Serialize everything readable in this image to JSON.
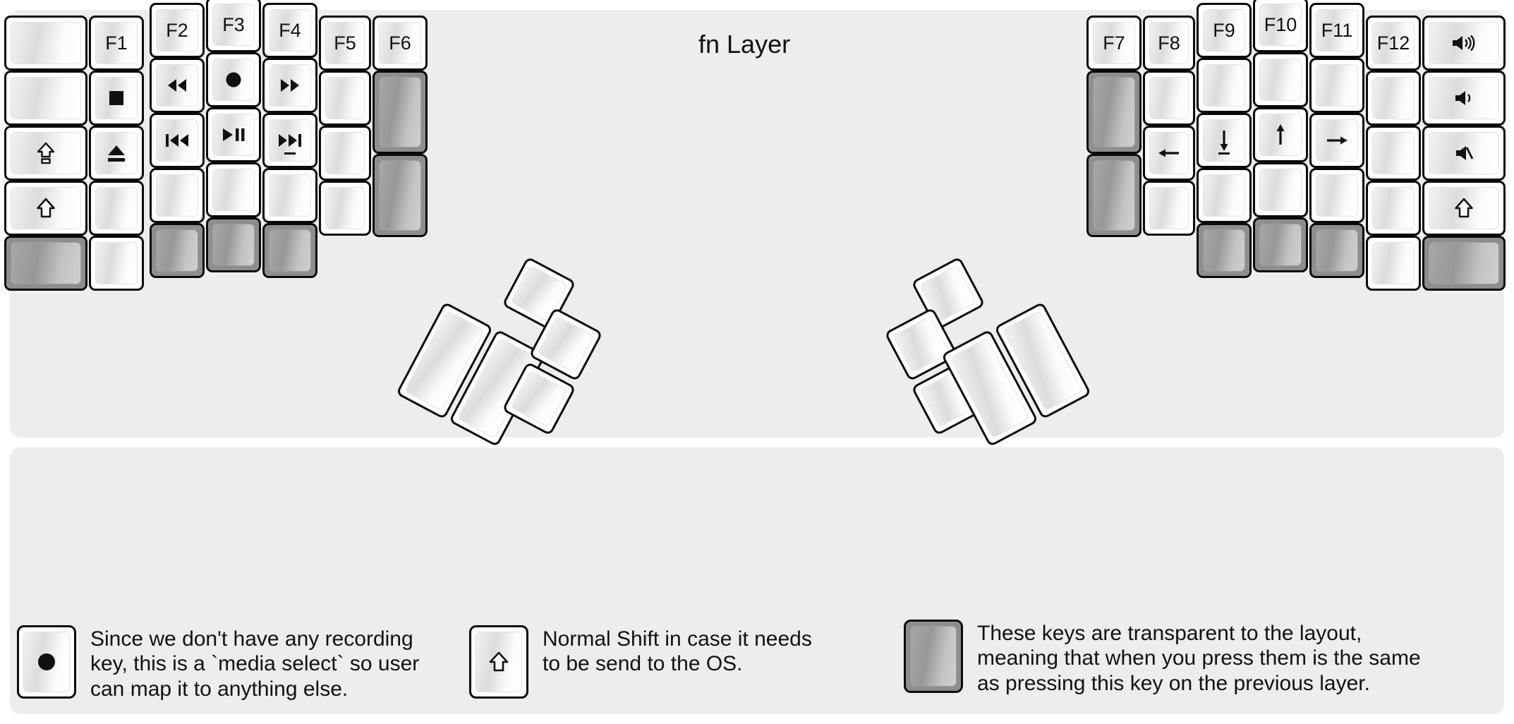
{
  "title": "fn Layer",
  "colors": {
    "panel_bg": "#ededed",
    "key_border": "#0a0a0a",
    "key_face_light": "#ffffff",
    "transparent_key": "#8e8e8e",
    "text": "#111111"
  },
  "keyboard": {
    "left_half": {
      "columns": [
        {
          "name": "pinky-outer",
          "keys": [
            {
              "label": "",
              "icon": "",
              "type": "normal"
            },
            {
              "label": "",
              "icon": "",
              "type": "normal"
            },
            {
              "label": "",
              "icon": "caps-lock-icon",
              "type": "normal"
            },
            {
              "label": "",
              "icon": "shift-icon",
              "type": "normal"
            },
            {
              "label": "",
              "icon": "",
              "type": "transparent"
            }
          ]
        },
        {
          "name": "pinky",
          "keys": [
            {
              "label": "F1",
              "icon": "",
              "type": "normal"
            },
            {
              "label": "",
              "icon": "media-stop-icon",
              "type": "normal"
            },
            {
              "label": "",
              "icon": "media-eject-icon",
              "type": "normal"
            },
            {
              "label": "",
              "icon": "",
              "type": "normal"
            },
            {
              "label": "",
              "icon": "",
              "type": "normal"
            }
          ]
        },
        {
          "name": "ring",
          "keys": [
            {
              "label": "F2",
              "icon": "",
              "type": "normal"
            },
            {
              "label": "",
              "icon": "media-rewind-icon",
              "type": "normal"
            },
            {
              "label": "",
              "icon": "media-prev-track-icon",
              "type": "normal"
            },
            {
              "label": "",
              "icon": "",
              "type": "normal"
            },
            {
              "label": "",
              "icon": "",
              "type": "transparent"
            }
          ]
        },
        {
          "name": "middle",
          "keys": [
            {
              "label": "F3",
              "icon": "",
              "type": "normal"
            },
            {
              "label": "",
              "icon": "media-record-icon",
              "type": "normal"
            },
            {
              "label": "",
              "icon": "media-play-pause-icon",
              "type": "normal"
            },
            {
              "label": "",
              "icon": "",
              "type": "normal"
            },
            {
              "label": "",
              "icon": "",
              "type": "transparent"
            }
          ]
        },
        {
          "name": "index",
          "keys": [
            {
              "label": "F4",
              "icon": "",
              "type": "normal"
            },
            {
              "label": "",
              "icon": "media-fast-forward-icon",
              "type": "normal"
            },
            {
              "label": "",
              "icon": "media-next-track-icon",
              "type": "normal",
              "homing": true
            },
            {
              "label": "",
              "icon": "",
              "type": "normal"
            },
            {
              "label": "",
              "icon": "",
              "type": "transparent"
            }
          ]
        },
        {
          "name": "index-inner",
          "keys": [
            {
              "label": "F5",
              "icon": "",
              "type": "normal"
            },
            {
              "label": "",
              "icon": "",
              "type": "normal"
            },
            {
              "label": "",
              "icon": "",
              "type": "normal"
            },
            {
              "label": "",
              "icon": "",
              "type": "normal"
            }
          ]
        },
        {
          "name": "inner",
          "keys": [
            {
              "label": "F6",
              "icon": "",
              "type": "normal"
            },
            {
              "label": "",
              "icon": "",
              "type": "transparent"
            },
            {
              "label": "",
              "icon": "",
              "type": "transparent"
            }
          ]
        }
      ],
      "thumb_cluster": [
        {
          "label": "",
          "icon": "",
          "type": "normal",
          "size": "2u"
        },
        {
          "label": "",
          "icon": "",
          "type": "normal",
          "size": "2u"
        },
        {
          "label": "",
          "icon": "",
          "type": "normal",
          "size": "1u"
        },
        {
          "label": "",
          "icon": "",
          "type": "normal",
          "size": "1u"
        },
        {
          "label": "",
          "icon": "",
          "type": "normal",
          "size": "1u"
        }
      ]
    },
    "right_half": {
      "columns": [
        {
          "name": "inner",
          "keys": [
            {
              "label": "F7",
              "icon": "",
              "type": "normal"
            },
            {
              "label": "",
              "icon": "",
              "type": "transparent"
            },
            {
              "label": "",
              "icon": "",
              "type": "transparent"
            }
          ]
        },
        {
          "name": "index-inner",
          "keys": [
            {
              "label": "F8",
              "icon": "",
              "type": "normal"
            },
            {
              "label": "",
              "icon": "",
              "type": "normal"
            },
            {
              "label": "",
              "icon": "arrow-left-icon",
              "type": "normal"
            },
            {
              "label": "",
              "icon": "",
              "type": "normal"
            }
          ]
        },
        {
          "name": "index",
          "keys": [
            {
              "label": "F9",
              "icon": "",
              "type": "normal"
            },
            {
              "label": "",
              "icon": "",
              "type": "normal"
            },
            {
              "label": "",
              "icon": "arrow-down-icon",
              "type": "normal",
              "homing": true
            },
            {
              "label": "",
              "icon": "",
              "type": "normal"
            },
            {
              "label": "",
              "icon": "",
              "type": "transparent"
            }
          ]
        },
        {
          "name": "middle",
          "keys": [
            {
              "label": "F10",
              "icon": "",
              "type": "normal"
            },
            {
              "label": "",
              "icon": "",
              "type": "normal"
            },
            {
              "label": "",
              "icon": "arrow-up-icon",
              "type": "normal"
            },
            {
              "label": "",
              "icon": "",
              "type": "normal"
            },
            {
              "label": "",
              "icon": "",
              "type": "transparent"
            }
          ]
        },
        {
          "name": "ring",
          "keys": [
            {
              "label": "F11",
              "icon": "",
              "type": "normal"
            },
            {
              "label": "",
              "icon": "",
              "type": "normal"
            },
            {
              "label": "",
              "icon": "arrow-right-icon",
              "type": "normal"
            },
            {
              "label": "",
              "icon": "",
              "type": "normal"
            },
            {
              "label": "",
              "icon": "",
              "type": "transparent"
            }
          ]
        },
        {
          "name": "pinky",
          "keys": [
            {
              "label": "F12",
              "icon": "",
              "type": "normal"
            },
            {
              "label": "",
              "icon": "",
              "type": "normal"
            },
            {
              "label": "",
              "icon": "",
              "type": "normal"
            },
            {
              "label": "",
              "icon": "",
              "type": "normal"
            },
            {
              "label": "",
              "icon": "",
              "type": "normal"
            }
          ]
        },
        {
          "name": "pinky-outer",
          "keys": [
            {
              "label": "",
              "icon": "volume-up-icon",
              "type": "normal"
            },
            {
              "label": "",
              "icon": "volume-down-icon",
              "type": "normal"
            },
            {
              "label": "",
              "icon": "volume-mute-icon",
              "type": "normal"
            },
            {
              "label": "",
              "icon": "shift-icon",
              "type": "normal"
            },
            {
              "label": "",
              "icon": "",
              "type": "transparent"
            }
          ]
        }
      ],
      "thumb_cluster": [
        {
          "label": "",
          "icon": "",
          "type": "normal",
          "size": "1u"
        },
        {
          "label": "",
          "icon": "",
          "type": "normal",
          "size": "1u"
        },
        {
          "label": "",
          "icon": "",
          "type": "normal",
          "size": "1u"
        },
        {
          "label": "",
          "icon": "",
          "type": "normal",
          "size": "2u"
        },
        {
          "label": "",
          "icon": "",
          "type": "normal",
          "size": "2u"
        }
      ]
    }
  },
  "legend": [
    {
      "key_icon": "media-record-icon",
      "key_type": "normal",
      "text": "Since we don't have any recording\nkey, this is a `media select` so user\ncan map it to anything else."
    },
    {
      "key_icon": "shift-icon",
      "key_type": "normal",
      "text": "Normal Shift in case it needs\nto be send to the OS."
    },
    {
      "key_icon": "",
      "key_type": "transparent",
      "text": "These keys are transparent to the layout,\nmeaning that when you press them is the same\nas pressing this key on the previous layer."
    }
  ]
}
